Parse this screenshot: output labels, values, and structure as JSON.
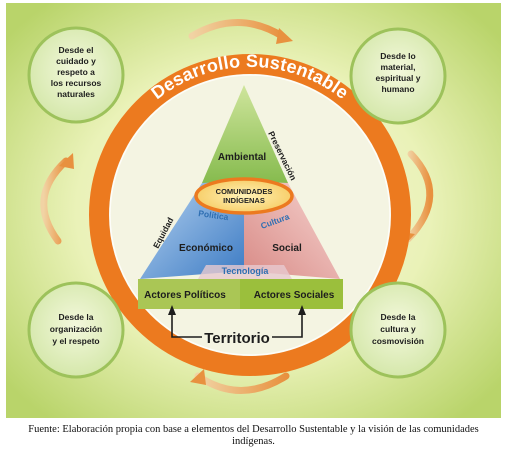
{
  "diagram": {
    "ring_title": "Desarrollo Sustentable",
    "top_label": "Ambiental",
    "preservacion": "Preservación",
    "equidad": "Equidad",
    "core_line1": "COMUNIDADES",
    "core_line2": "INDÍGENAS",
    "politica": "Política",
    "cultura": "Cultura",
    "economico": "Económico",
    "social": "Social",
    "tecnologia": "Tecnología",
    "actores_politicos": "Actores Políticos",
    "actores_sociales": "Actores Sociales",
    "territorio": "Territorio",
    "corner_tl": [
      "Desde el",
      "cuidado y",
      "respeto a",
      "los recursos",
      "naturales"
    ],
    "corner_tr": [
      "Desde lo",
      "material,",
      "espiritual y",
      "humano"
    ],
    "corner_bl": [
      "Desde la",
      "organización",
      "y el respeto"
    ],
    "corner_br": [
      "Desde la",
      "cultura y",
      "cosmovisión"
    ]
  },
  "caption": {
    "line1": "Fuente: Elaboración propia con base a elementos del Desarrollo Sustentable y la visión de las comunidades",
    "line2": "indígenas."
  },
  "colors": {
    "ring": "#ec7a1f",
    "green_top": "#8fc156",
    "blue_left": "#4a86c9",
    "pink_right": "#e8a09a",
    "base_bar": "#9bbf3c",
    "circle_fill": "#dcebb4",
    "circle_border": "#9dc25b"
  }
}
